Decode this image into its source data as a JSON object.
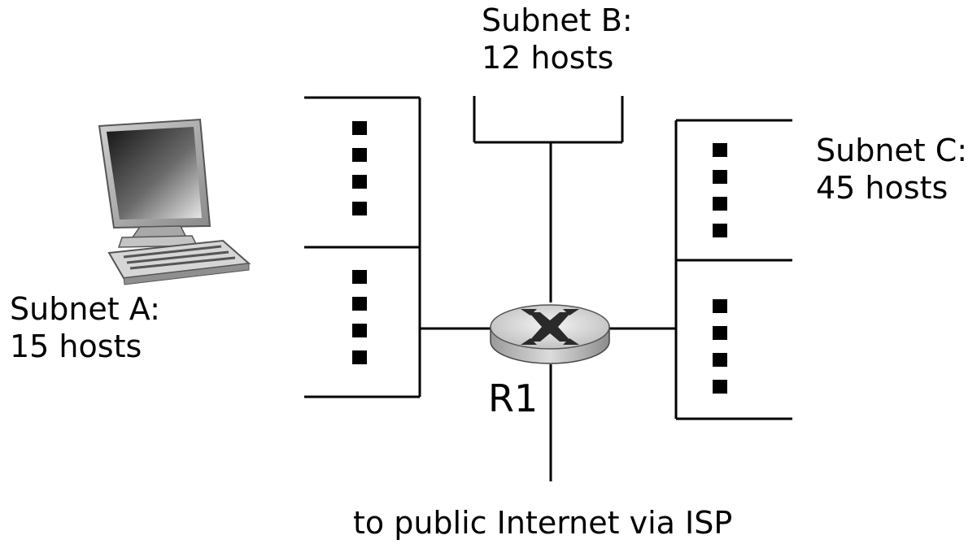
{
  "subnet_a": {
    "name": "Subnet A:",
    "hosts": "15 hosts"
  },
  "subnet_b": {
    "name": "Subnet B:",
    "hosts": "12 hosts"
  },
  "subnet_c": {
    "name": "Subnet C:",
    "hosts": "45 hosts"
  },
  "router": {
    "label": "R1"
  },
  "uplink": {
    "label": "to public Internet via ISP"
  },
  "icons": [
    "computer-icon",
    "router-icon"
  ],
  "colors": {
    "line": "#000000",
    "router_body": "#b8b8b8",
    "router_top": "#e6e6e6"
  }
}
